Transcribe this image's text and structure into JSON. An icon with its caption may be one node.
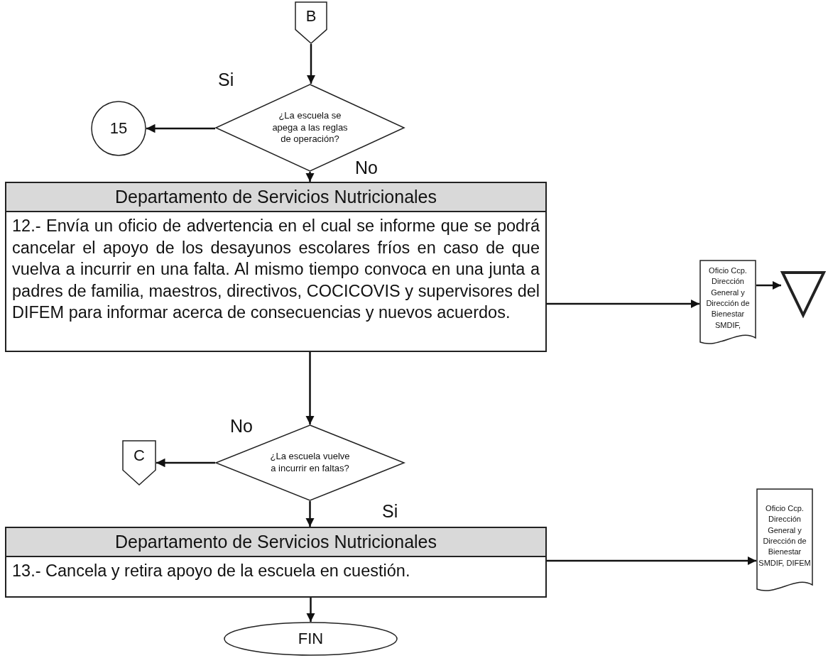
{
  "diagram": {
    "nodes": [
      {
        "text": [
          "B"
        ]
      },
      {
        "text": [
          "¿La escuela se apega a las reglas de operación?"
        ]
      },
      {
        "text": [
          "15"
        ]
      },
      {
        "text": [
          "Departamento de Servicios Nutricionales",
          "12.- Envía un oficio de advertencia en el cual se informe que se podrá cancelar el apoyo de los desayunos escolares fríos en caso de que vuelva a incurrir en una falta. Al mismo tiempo convoca en una junta a padres de familia, maestros, directivos, COCICOVIS y supervisores del DIFEM para informar acerca de consecuencias y nuevos acuerdos."
        ]
      },
      {
        "text": [
          "Oficio Ccp. Dirección General y Dirección de Bienestar SMDIF,"
        ]
      },
      {
        "text": [],
        "shape": "triangle"
      },
      {
        "text": [
          "¿La escuela vuelve a incurrir en faltas?"
        ]
      },
      {
        "text": [
          "C"
        ]
      },
      {
        "text": [
          "Departamento de Servicios Nutricionales",
          "13.- Cancela y retira apoyo de la escuela en cuestión."
        ]
      },
      {
        "text": [
          "Oficio Ccp. Dirección General y Dirección de Bienestar SMDIF, DIFEM"
        ]
      },
      {
        "text": [
          "FIN"
        ]
      }
    ],
    "edges": [
      {
        "from": 0,
        "to": 1,
        "arrow": "to"
      },
      {
        "from": 1,
        "to": 2,
        "arrow": "to",
        "label": "Si"
      },
      {
        "from": 1,
        "to": 3,
        "arrow": "to",
        "label": "No"
      },
      {
        "from": 3,
        "to": 4,
        "arrow": "to"
      },
      {
        "from": 4,
        "to": 5,
        "arrow": "to"
      },
      {
        "from": 3,
        "to": 6,
        "arrow": "to"
      },
      {
        "from": 6,
        "to": 7,
        "arrow": "to",
        "label": "No"
      },
      {
        "from": 6,
        "to": 8,
        "arrow": "to",
        "label": "Si"
      },
      {
        "from": 8,
        "to": 9,
        "arrow": "to"
      },
      {
        "from": 8,
        "to": 10,
        "arrow": "to"
      }
    ]
  }
}
